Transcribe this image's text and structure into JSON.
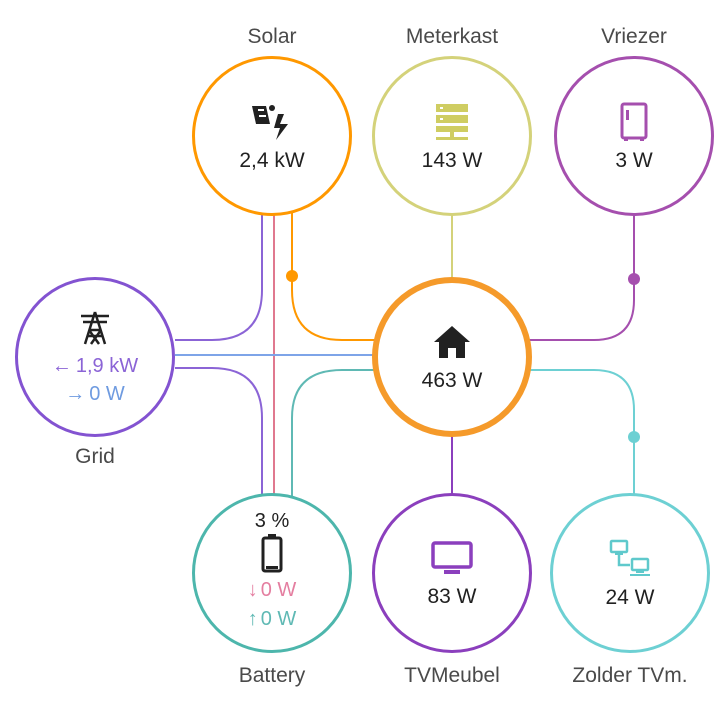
{
  "colors": {
    "solar": "#ff9800",
    "meterkast": "#d4d27a",
    "vriezer": "#a54fae",
    "grid": "#8353d1",
    "grid_return": "#6f9be0",
    "battery": "#4db6ac",
    "battery_in": "#e47ea0",
    "home": "#f59a2a",
    "tvmeubel": "#8b3fbd",
    "zolder": "#6dd0d3"
  },
  "solar": {
    "label": "Solar",
    "value": "2,4 kW",
    "icon": "solar-power-icon"
  },
  "meterkast": {
    "label": "Meterkast",
    "value": "143 W",
    "icon": "server-icon"
  },
  "vriezer": {
    "label": "Vriezer",
    "value": "3 W",
    "icon": "fridge-icon"
  },
  "grid": {
    "label": "Grid",
    "consumption": "1,9 kW",
    "return": "0 W",
    "icon": "transmission-tower-icon"
  },
  "home": {
    "value": "463 W",
    "icon": "home-icon"
  },
  "battery": {
    "label": "Battery",
    "percent": "3 %",
    "in": "0 W",
    "out": "0 W",
    "icon": "battery-low-icon"
  },
  "tvmeubel": {
    "label": "TVMeubel",
    "value": "83 W",
    "icon": "monitor-icon"
  },
  "zolder": {
    "label": "Zolder TVm.",
    "value": "24 W",
    "icon": "network-icon"
  }
}
